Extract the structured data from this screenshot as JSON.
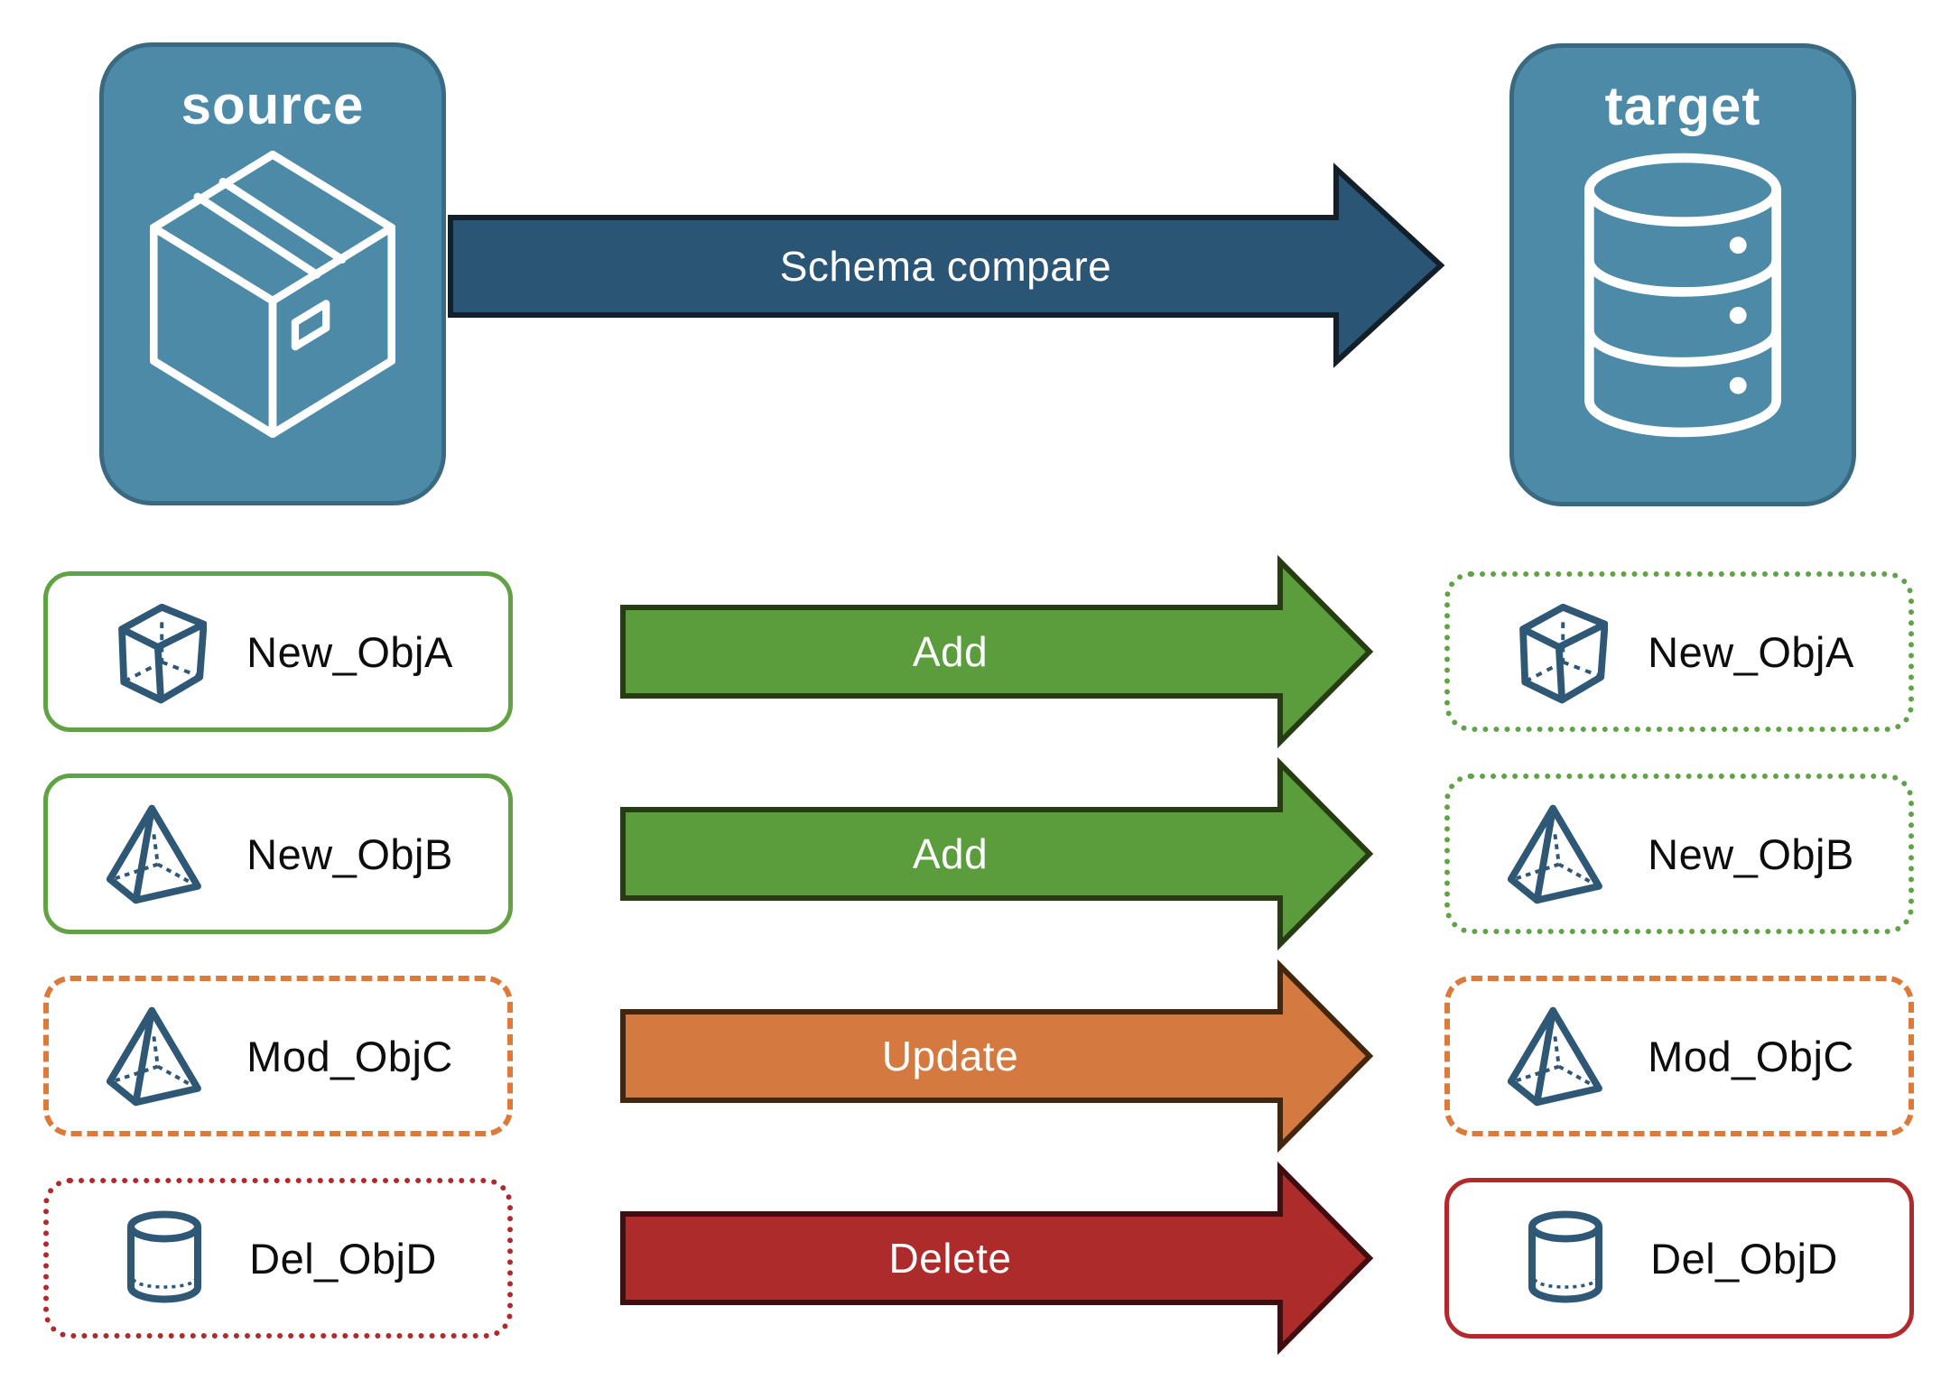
{
  "endpoints": {
    "source_label": "source",
    "target_label": "target"
  },
  "compare_arrow": {
    "label": "Schema compare",
    "color": "#2B5574"
  },
  "rows": [
    {
      "object": "New_ObjA",
      "action": "Add",
      "icon": "cube-3d",
      "source_border": "solid-green",
      "target_border": "dotted-green",
      "arrow_color": "#5B9D3C"
    },
    {
      "object": "New_ObjB",
      "action": "Add",
      "icon": "pyramid-3d",
      "source_border": "solid-green",
      "target_border": "dotted-green",
      "arrow_color": "#5B9D3C"
    },
    {
      "object": "Mod_ObjC",
      "action": "Update",
      "icon": "pyramid-3d",
      "source_border": "dashed-orange",
      "target_border": "dashed-orange",
      "arrow_color": "#D4793F"
    },
    {
      "object": "Del_ObjD",
      "action": "Delete",
      "icon": "cylinder-3d",
      "source_border": "dotted-red",
      "target_border": "solid-red",
      "arrow_color": "#AE2B2C"
    }
  ],
  "colors": {
    "panel_blue": "#4C8AA7",
    "panel_border": "#3A6A82",
    "icon_blue": "#2E5876",
    "green": "#61A344",
    "orange": "#DD7A3A",
    "red": "#B2292B",
    "arrow_blue": "#2B5574"
  }
}
